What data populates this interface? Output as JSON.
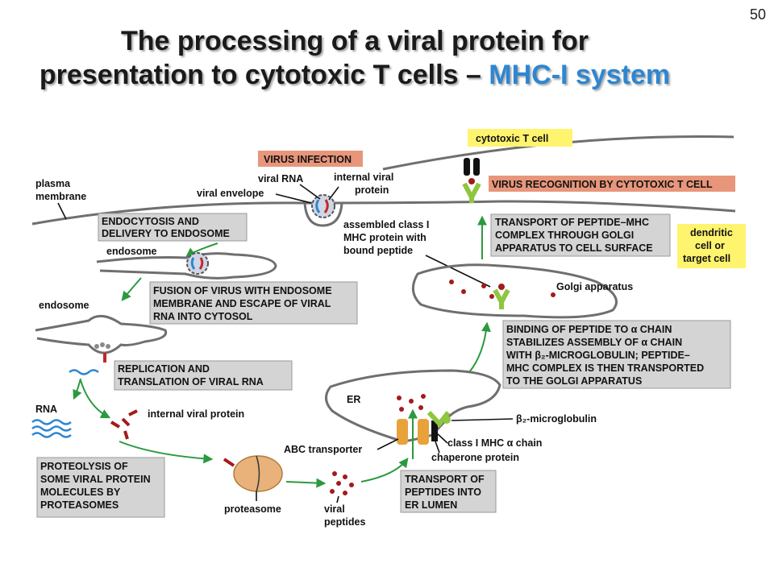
{
  "slide_number": "50",
  "title": {
    "line1": "The processing of a viral protein for",
    "line2_main": "presentation to cytotoxic T cells – ",
    "line2_highlight": "MHC-I system"
  },
  "colors": {
    "step_box": "#d4d4d4",
    "highlight_red": "#e8967b",
    "highlight_yellow": "#fff46e",
    "arrow_green": "#2b9a3e",
    "peptide_red": "#a31a1a",
    "title_accent": "#2e86d1"
  },
  "labels": {
    "cytotoxic_t_cell": "cytotoxic T cell",
    "virus_infection": "VIRUS INFECTION",
    "plasma_membrane_1": "plasma",
    "plasma_membrane_2": "membrane",
    "viral_rna": "viral RNA",
    "internal_viral_1": "internal viral",
    "internal_viral_2": "protein",
    "viral_envelope": "viral envelope",
    "virus_recognition": "VIRUS RECOGNITION BY CYTOTOXIC T CELL",
    "endocytosis_1": "ENDOCYTOSIS AND",
    "endocytosis_2": "DELIVERY TO ENDOSOME",
    "assembled_1": "assembled class I",
    "assembled_2": "MHC protein with",
    "assembled_3": "bound peptide",
    "transport_golgi_1": "TRANSPORT OF PEPTIDE–MHC",
    "transport_golgi_2": "COMPLEX THROUGH GOLGI",
    "transport_golgi_3": "APPARATUS TO CELL SURFACE",
    "dendritic_1": "dendritic",
    "dendritic_2": "cell or",
    "dendritic_3": "target cell",
    "endosome_top": "endosome",
    "golgi": "Golgi apparatus",
    "fusion_1": "FUSION OF VIRUS WITH ENDOSOME",
    "fusion_2": "MEMBRANE AND ESCAPE OF VIRAL",
    "fusion_3": "RNA INTO CYTOSOL",
    "endosome_left": "endosome",
    "binding_1": "BINDING OF PEPTIDE TO α CHAIN",
    "binding_2": "STABILIZES ASSEMBLY OF α CHAIN",
    "binding_3": "WITH β₂-MICROGLOBULIN; PEPTIDE–",
    "binding_4": "MHC COMPLEX IS THEN TRANSPORTED",
    "binding_5": "TO THE GOLGI APPARATUS",
    "replication_1": "REPLICATION AND",
    "replication_2": "TRANSLATION OF VIRAL RNA",
    "er": "ER",
    "rna": "RNA",
    "internal_viral_protein": "internal viral protein",
    "b2m": "β₂-microglobulin",
    "abc": "ABC transporter",
    "mhc_alpha": "class I MHC α chain",
    "chaperone": "chaperone protein",
    "proteolysis_1": "PROTEOLYSIS OF",
    "proteolysis_2": "SOME VIRAL PROTEIN",
    "proteolysis_3": "MOLECULES BY",
    "proteolysis_4": "PROTEASOMES",
    "proteasome": "proteasome",
    "viral_peptides_1": "viral",
    "viral_peptides_2": "peptides",
    "transport_er_1": "TRANSPORT OF",
    "transport_er_2": "PEPTIDES INTO",
    "transport_er_3": "ER LUMEN"
  }
}
